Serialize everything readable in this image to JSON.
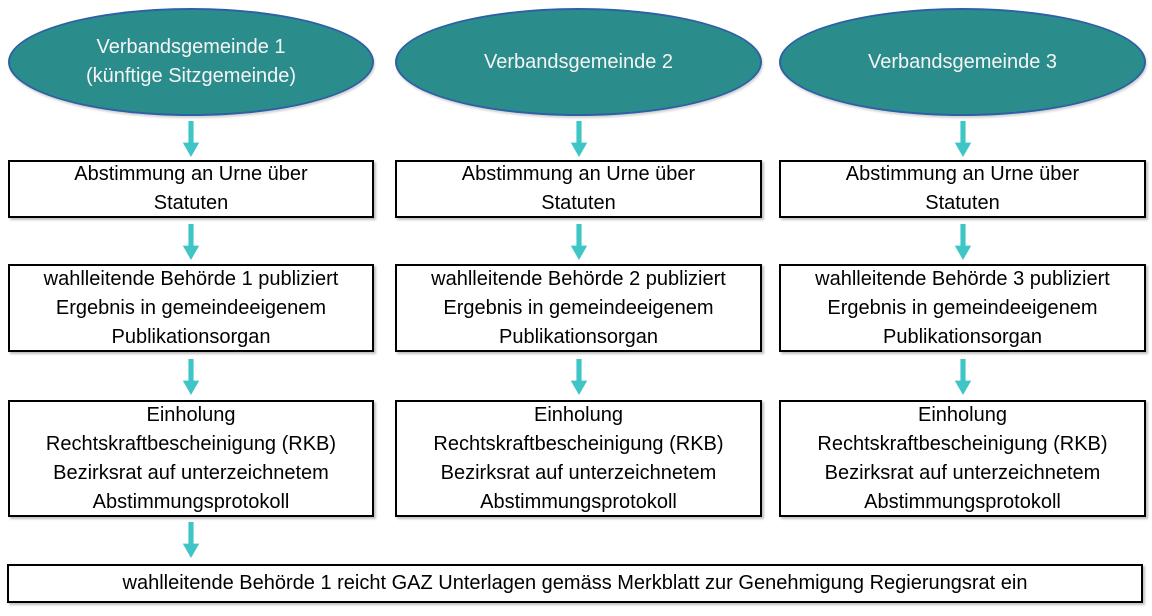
{
  "diagram": {
    "columns": [
      {
        "ellipse": "Verbandsgemeinde 1\n(künftige Sitzgemeinde)",
        "step1": "Abstimmung an Urne über\nStatuten",
        "step2": "wahlleitende Behörde 1 publiziert\nErgebnis in gemeindeeigenem\nPublikationsorgan",
        "step3": "Einholung\nRechtskraftbescheinigung (RKB)\nBezirksrat auf unterzeichnetem\nAbstimmungsprotokoll"
      },
      {
        "ellipse": "Verbandsgemeinde 2",
        "step1": "Abstimmung an Urne über\nStatuten",
        "step2": "wahlleitende Behörde 2 publiziert\nErgebnis in gemeindeeigenem\nPublikationsorgan",
        "step3": "Einholung\nRechtskraftbescheinigung (RKB)\nBezirksrat auf unterzeichnetem\nAbstimmungsprotokoll"
      },
      {
        "ellipse": "Verbandsgemeinde 3",
        "step1": "Abstimmung an Urne über\nStatuten",
        "step2": "wahlleitende Behörde 3 publiziert\nErgebnis in gemeindeeigenem\nPublikationsorgan",
        "step3": "Einholung\nRechtskraftbescheinigung (RKB)\nBezirksrat auf unterzeichnetem\nAbstimmungsprotokoll"
      }
    ],
    "final_step": "wahlleitende Behörde 1 reicht GAZ Unterlagen gemäss Merkblatt zur Genehmigung Regierungsrat ein",
    "colors": {
      "ellipse_fill": "#2B8C8C",
      "ellipse_border": "#2E60A6",
      "arrow": "#3FC5C5",
      "box_border": "#000000",
      "text_dark": "#000000",
      "text_light": "#F5F5F5",
      "background": "#ffffff"
    }
  }
}
